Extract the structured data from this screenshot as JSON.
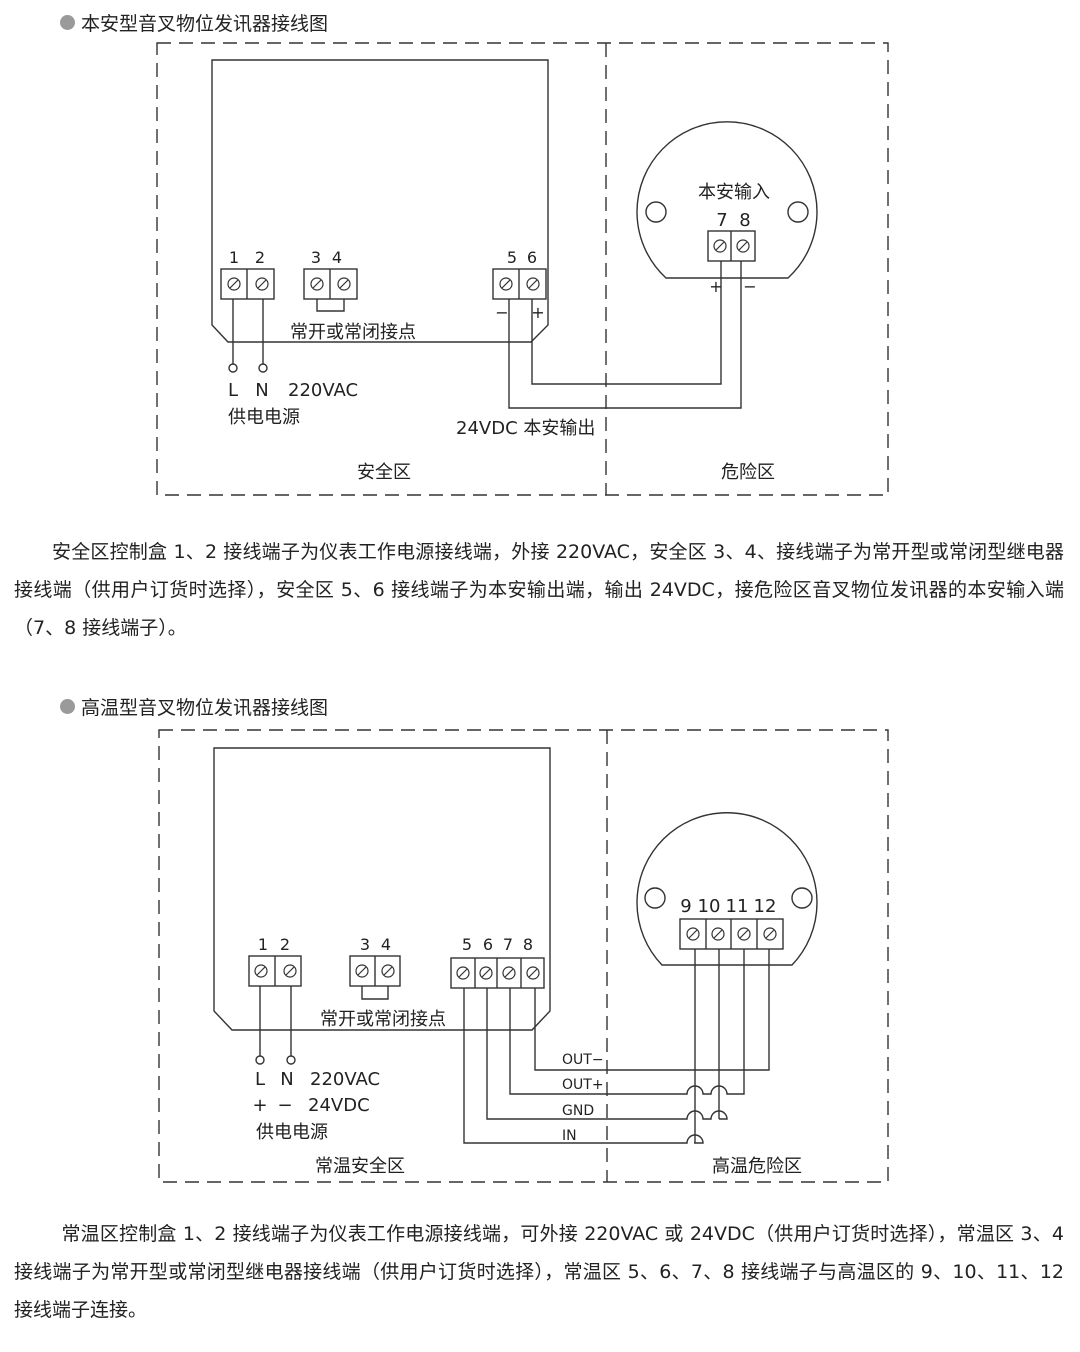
{
  "section1": {
    "title": "本安型音叉物位发讯器接线图",
    "labels": {
      "t1": "1",
      "t2": "2",
      "t3": "3",
      "t4": "4",
      "t5": "5",
      "t6": "6",
      "t7": "7",
      "t8": "8",
      "minus_left": "−",
      "plus_left": "+",
      "plus_right": "+",
      "minus_right": "−",
      "input_label": "本安输入",
      "contacts": "常开或常闭接点",
      "L": "L",
      "N": "N",
      "voltage": "220VAC",
      "power_supply": "供电电源",
      "output": "24VDC 本安输出",
      "safe_zone": "安全区",
      "danger_zone": "危险区"
    },
    "paragraph": "安全区控制盒 1、2 接线端子为仪表工作电源接线端，外接 220VAC，安全区 3、4、接线端子为常开型或常闭型继电器接线端（供用户订货时选择），安全区 5、6 接线端子为本安输出端，输出 24VDC，接危险区音叉物位发讯器的本安输入端（7、8 接线端子）。"
  },
  "section2": {
    "title": "高温型音叉物位发讯器接线图",
    "labels": {
      "t1": "1",
      "t2": "2",
      "t3": "3",
      "t4": "4",
      "t5": "5",
      "t6": "6",
      "t7": "7",
      "t8": "8",
      "t9": "9",
      "t10": "10",
      "t11": "11",
      "t12": "12",
      "contacts": "常开或常闭接点",
      "L": "L",
      "N": "N",
      "voltage_ac": "220VAC",
      "plus": "+",
      "minus": "−",
      "voltage_dc": "24VDC",
      "power_supply": "供电电源",
      "out_minus": "OUT−",
      "out_plus": "OUT+",
      "gnd": "GND",
      "in": "IN",
      "safe_zone": "常温安全区",
      "danger_zone": "高温危险区"
    },
    "paragraph": "常温区控制盒 1、2 接线端子为仪表工作电源接线端，可外接 220VAC 或 24VDC（供用户订货时选择），常温区 3、4 接线端子为常开型或常闭型继电器接线端（供用户订货时选择），常温区 5、6、7、8 接线端子与高温区的 9、10、11、12 接线端子连接。"
  }
}
